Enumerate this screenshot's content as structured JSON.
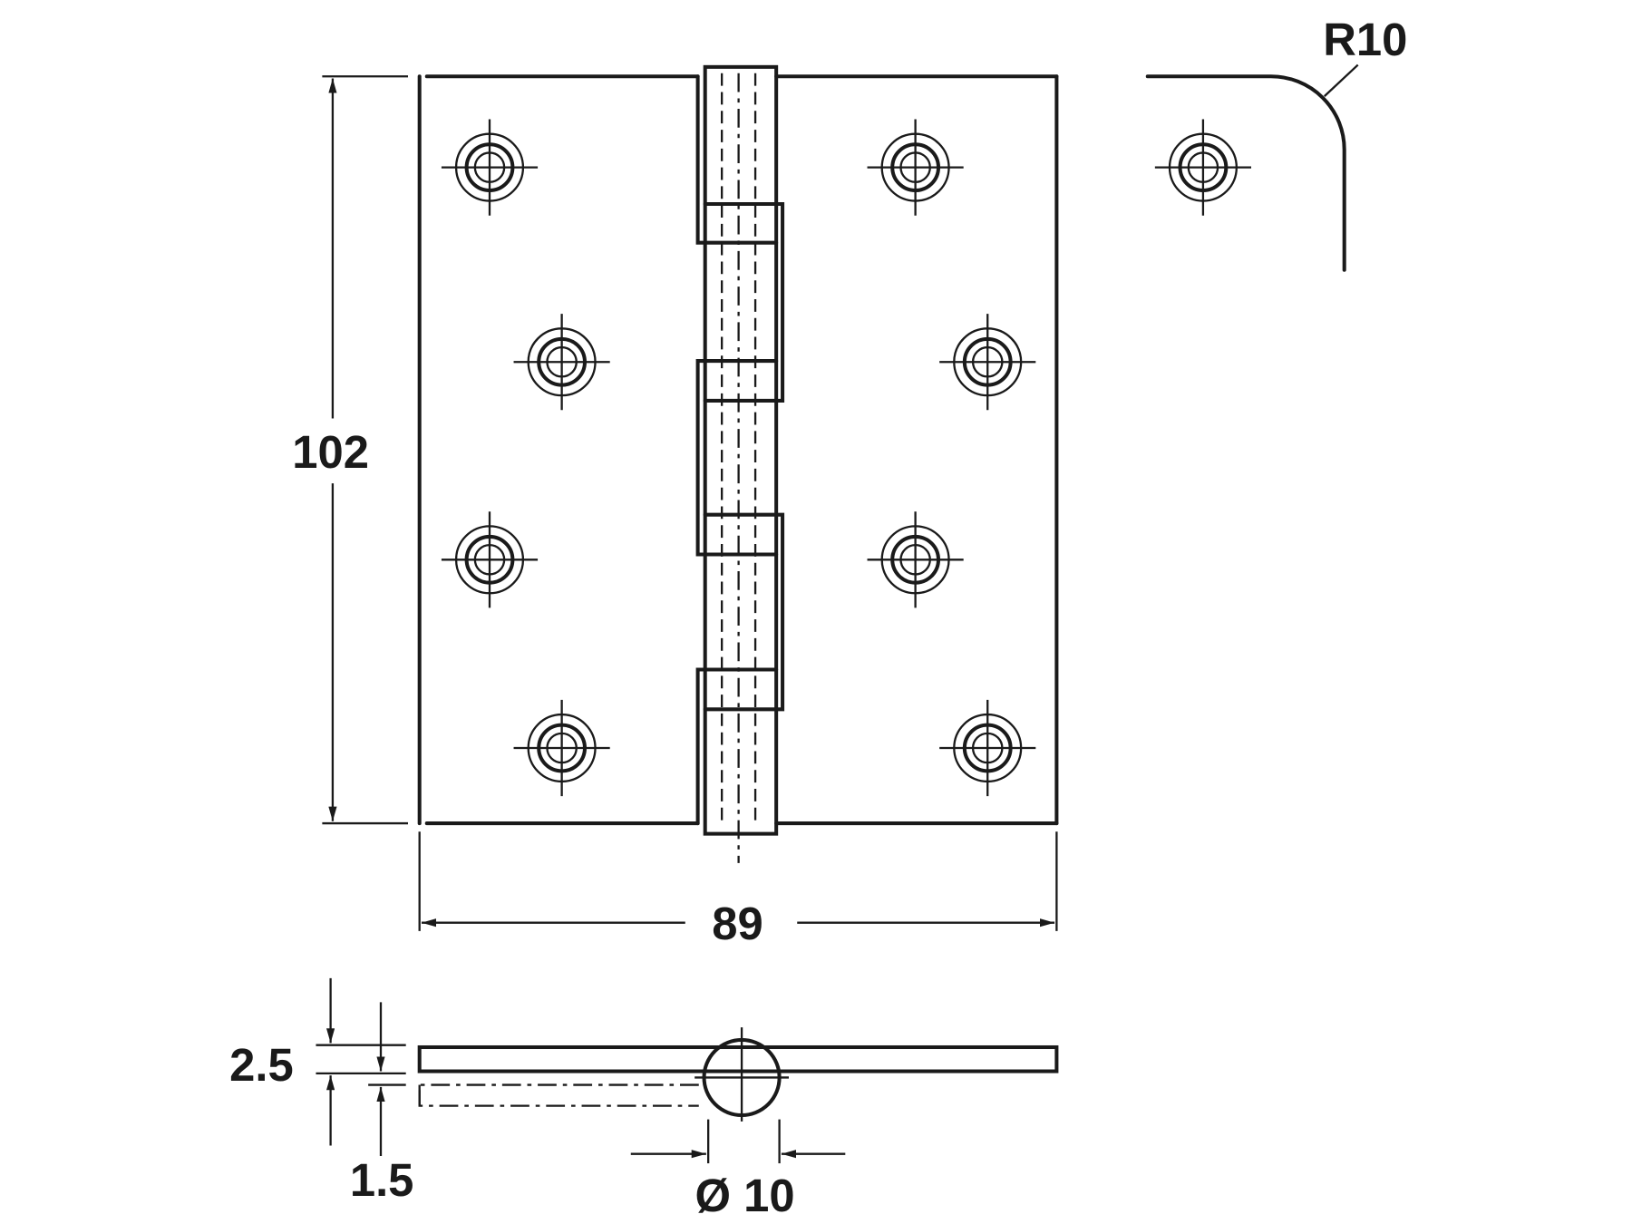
{
  "title": "Butt hinge dimension drawing",
  "dimensions": {
    "height": "102",
    "width": "89",
    "corner_radius": "R10",
    "knuckle_thickness": "2.5",
    "plate_thickness": "1.5",
    "pin_diameter": "Ø 10"
  },
  "line_color": "#1a1a1a"
}
